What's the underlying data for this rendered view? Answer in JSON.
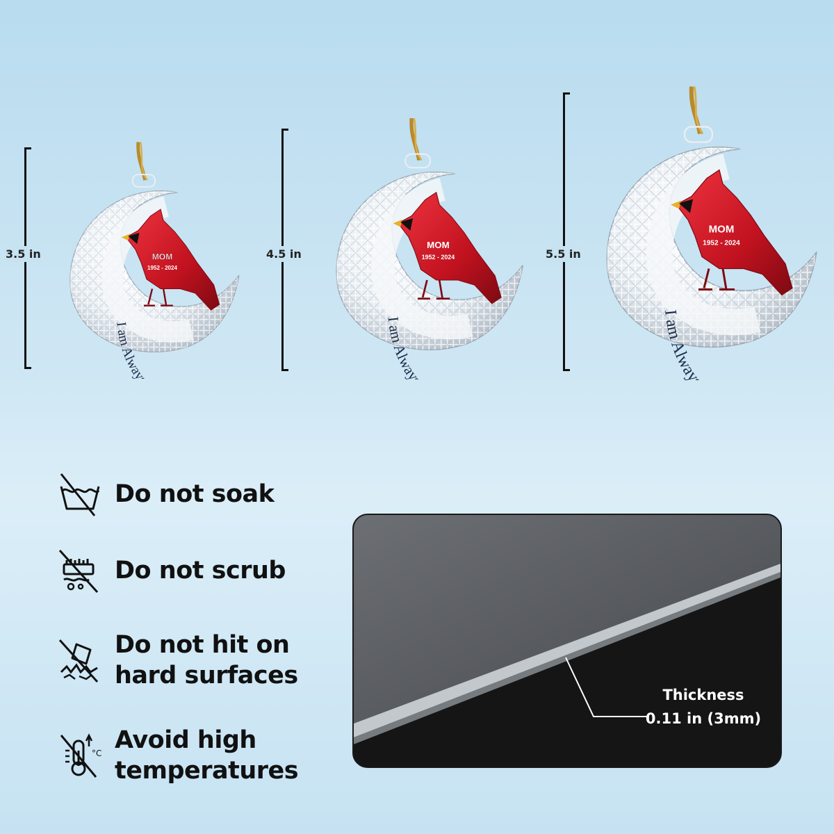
{
  "sizes": [
    {
      "label": "3.5 in"
    },
    {
      "label": "4.5 in"
    },
    {
      "label": "5.5 in"
    }
  ],
  "ornament": {
    "name": "MOM",
    "years": "1952 - 2024",
    "inscription": "I am Always with you"
  },
  "care": [
    {
      "icon": "no-soak-icon",
      "text": "Do not soak"
    },
    {
      "icon": "no-scrub-icon",
      "text": "Do not scrub"
    },
    {
      "icon": "no-hit-icon",
      "text": "Do not hit on\nhard surfaces"
    },
    {
      "icon": "no-heat-icon",
      "text": "Avoid high\ntemperatures"
    }
  ],
  "thickness": {
    "title": "Thickness",
    "value": "0.11 in (3mm)"
  },
  "colors": {
    "background": "#c7e3f2",
    "cardinal": "#c1121f",
    "text": "#111111"
  }
}
